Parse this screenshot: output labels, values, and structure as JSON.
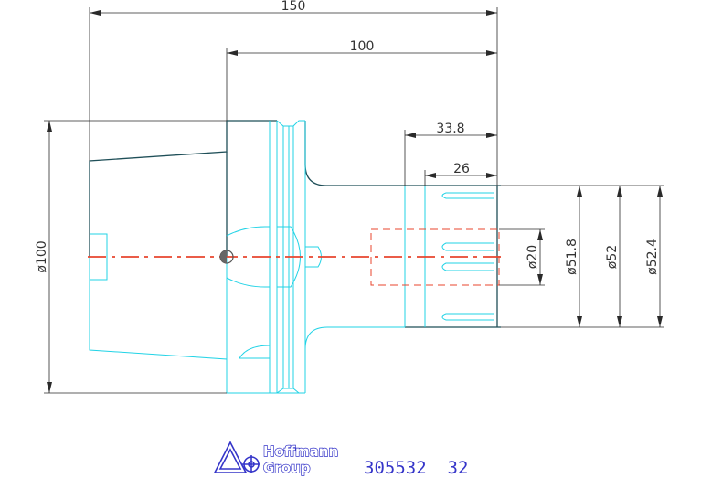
{
  "colors": {
    "outline": "#1f4f58",
    "cyan": "#22d3e6",
    "center_line": "#e8462e",
    "dim": "#2a2a2a",
    "logo": "#3535c9"
  },
  "dimensions": {
    "overall_length": "150",
    "shank_length": "100",
    "collet_length": "33.8",
    "nut_length": "26",
    "flange_diameter": "ø100",
    "bore_diameter": "ø20",
    "d1": "ø51.8",
    "d2": "ø52",
    "d3": "ø52.4"
  },
  "logo": {
    "line1": "Hoffmann",
    "line2": "Group"
  },
  "part_number": "305532  32"
}
